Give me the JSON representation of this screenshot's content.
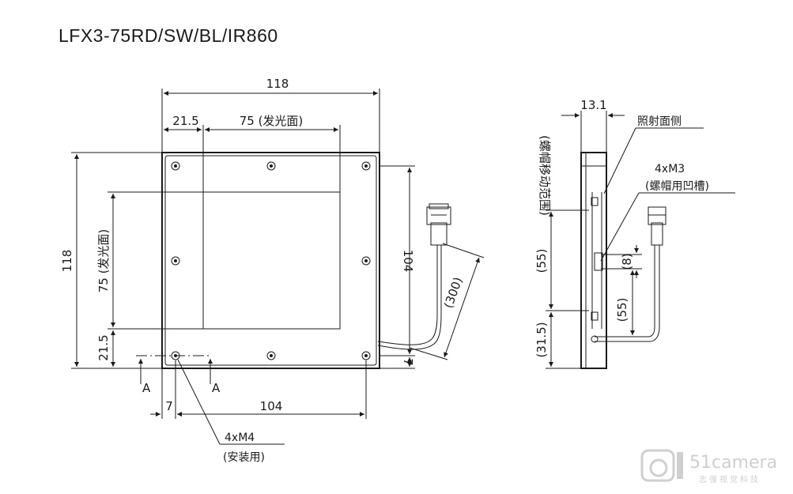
{
  "title": "LFX3-75RD/SW/BL/IR860",
  "front_view": {
    "dim_118_top": "118",
    "dim_21_5_top": "21.5",
    "dim_75_top": "75 (发光面)",
    "dim_118_left": "118",
    "dim_75_left": "75 (发光面)",
    "dim_21_5_left": "21.5",
    "dim_104_right": "104",
    "dim_7_right": "7",
    "dim_300": "(300)",
    "dim_7_bottom": "7",
    "dim_104_bottom": "104",
    "section_mark_left": "A",
    "section_mark_right": "A",
    "mount_screw": "4xM4",
    "mount_note": "(安装用)"
  },
  "side_view": {
    "dim_13_1": "13.1",
    "label_irradiation": "照射面侧",
    "screw": "4xM3",
    "screw_note": "(螺帽用凹槽)",
    "nut_range": "(螺帽移动范围)",
    "dim_55_left": "(55)",
    "dim_31_5": "(31.5)",
    "dim_8": "(8)",
    "dim_55_right": "(55)"
  },
  "watermark": {
    "brand": "51camera",
    "tagline": "志强视觉科技"
  }
}
